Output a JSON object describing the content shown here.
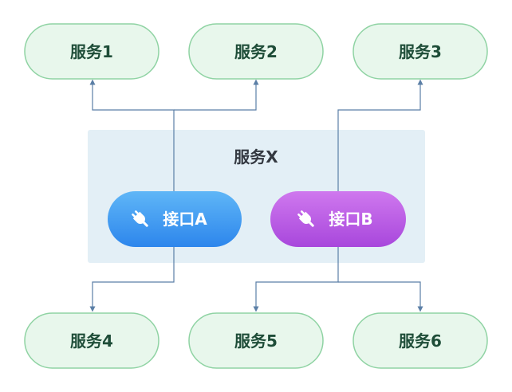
{
  "group": {
    "label": "服务X"
  },
  "interfaces": [
    {
      "label": "接口A",
      "icon": "plug-icon"
    },
    {
      "label": "接口B",
      "icon": "plug-icon"
    }
  ],
  "services_top": [
    {
      "label": "服务1"
    },
    {
      "label": "服务2"
    },
    {
      "label": "服务3"
    }
  ],
  "services_bottom": [
    {
      "label": "服务4"
    },
    {
      "label": "服务5"
    },
    {
      "label": "服务6"
    }
  ],
  "colors": {
    "service_fill": "#e8f7ec",
    "service_stroke": "#8fd3a3",
    "service_text": "#1e4d38",
    "group_fill": "#e3eff6",
    "connector": "#5b7fa6",
    "interface_a_top": "#5fb6f7",
    "interface_a_bottom": "#2d86ec",
    "interface_b_top": "#cf78ee",
    "interface_b_bottom": "#a847dc"
  }
}
